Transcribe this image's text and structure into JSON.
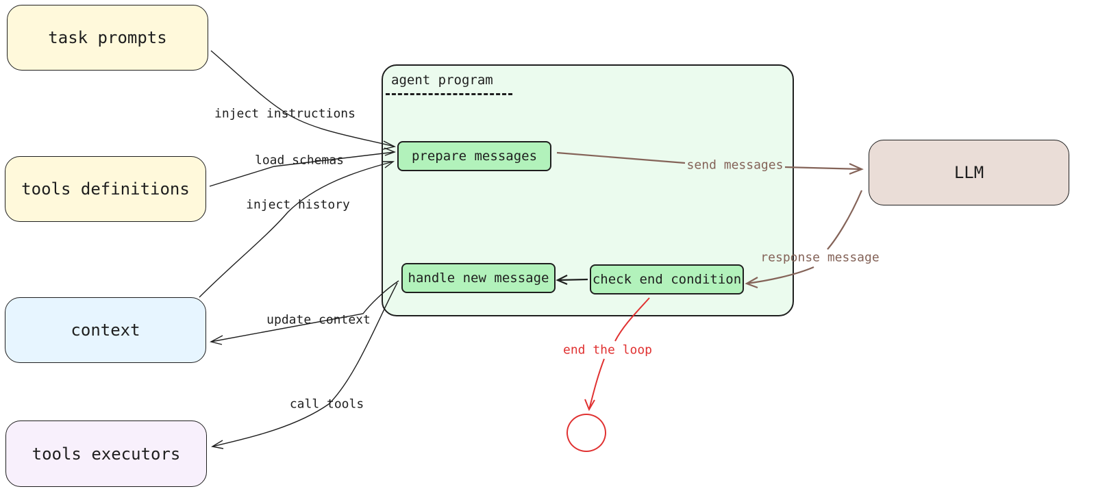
{
  "sources": {
    "task_prompts": "task prompts",
    "tools_definitions": "tools definitions",
    "context": "context",
    "tools_executors": "tools executors"
  },
  "agent_program": {
    "title": "agent program",
    "prepare_messages": "prepare messages",
    "handle_new_message": "handle new message",
    "check_end_condition": "check end condition"
  },
  "llm": "LLM",
  "edges": {
    "inject_instructions": "inject instructions",
    "load_schemas": "load schemas",
    "inject_history": "inject history",
    "update_context": "update context",
    "call_tools": "call tools",
    "send_messages": "send messages",
    "response_message": "response message",
    "end_the_loop": "end the loop"
  },
  "colors": {
    "yellow_fill": "#fff9db",
    "blue_fill": "#e7f5ff",
    "purple_fill": "#f8f0fc",
    "llm_fill": "#eaddd7",
    "node_fill": "#b2f2bb",
    "group_fill": "#ebfbee",
    "brown_accent": "#846358",
    "red_accent": "#e03131"
  }
}
